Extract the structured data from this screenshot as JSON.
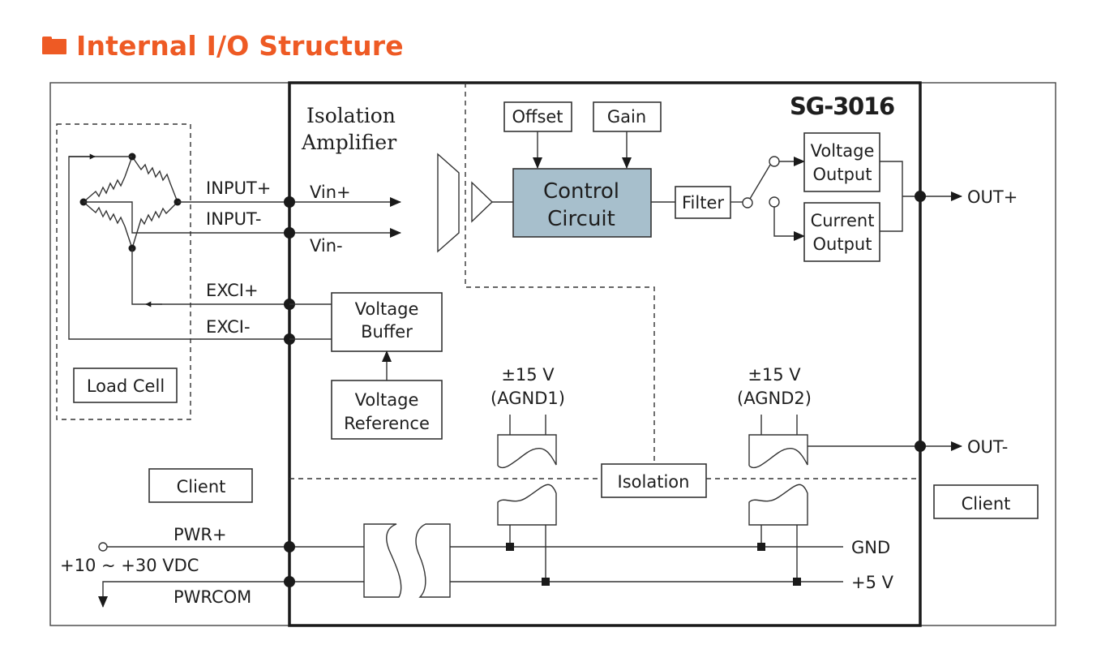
{
  "heading": {
    "title": "Internal I/O Structure",
    "icon": "folder-icon",
    "accent_color": "#EE5A24"
  },
  "diagram": {
    "model": "SG-3016",
    "isolation_amplifier": [
      "Isolation",
      "Amplifier"
    ],
    "load_cell": {
      "label": "Load Cell",
      "signals": {
        "input_plus": "INPUT+",
        "input_minus": "INPUT-",
        "exci_plus": "EXCI+",
        "exci_minus": "EXCI-"
      }
    },
    "vin_plus": "Vin+",
    "vin_minus": "Vin-",
    "offset": "Offset",
    "gain": "Gain",
    "control_circuit": [
      "Control",
      "Circuit"
    ],
    "control_circuit_color": "#A7BFCC",
    "filter": "Filter",
    "voltage_output": [
      "Voltage",
      "Output"
    ],
    "current_output": [
      "Current",
      "Output"
    ],
    "out_plus": "OUT+",
    "out_minus": "OUT-",
    "voltage_buffer": [
      "Voltage",
      "Buffer"
    ],
    "voltage_reference": [
      "Voltage",
      "Reference"
    ],
    "supply1": [
      "±15 V",
      "(AGND1)"
    ],
    "supply2": [
      "±15 V",
      "(AGND2)"
    ],
    "isolation": "Isolation",
    "client_left": "Client",
    "client_right": "Client",
    "pwr_plus": "PWR+",
    "pwr_range": "+10 ~ +30 VDC",
    "pwrcom": "PWRCOM",
    "gnd": "GND",
    "plus5v": "+5 V"
  }
}
